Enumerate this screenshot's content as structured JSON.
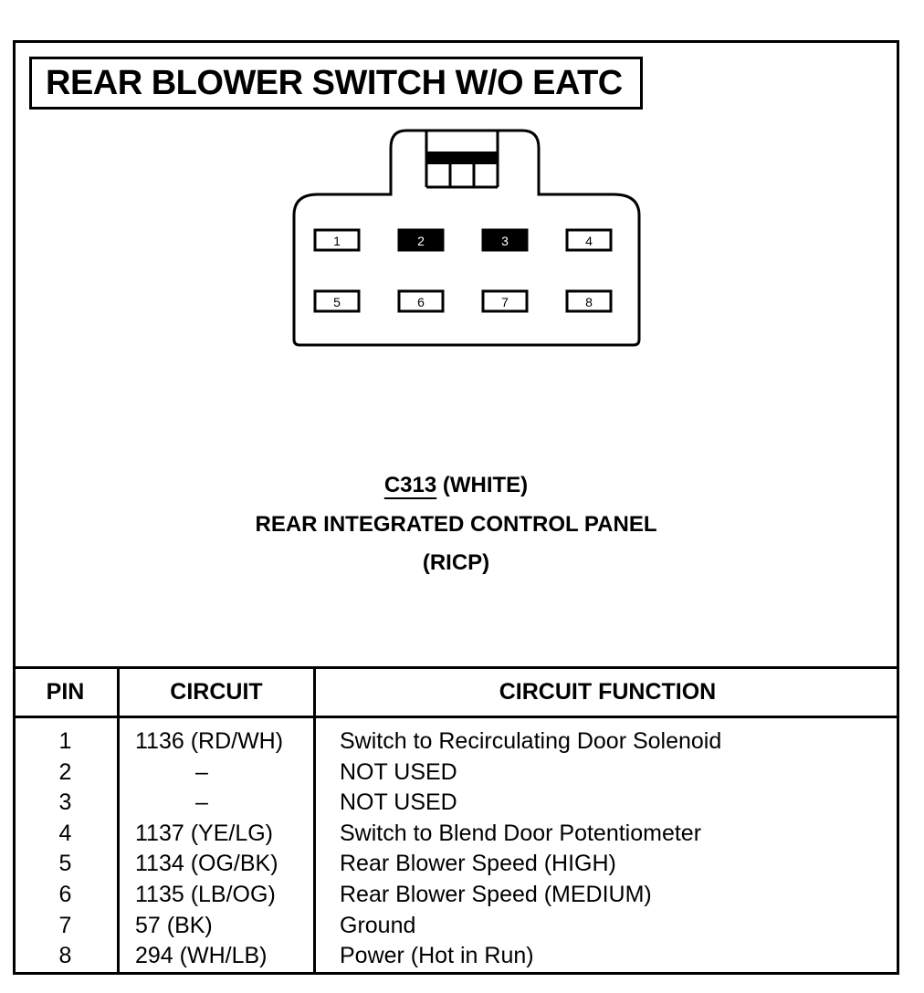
{
  "title": "REAR BLOWER SWITCH W/O EATC",
  "connector": {
    "id": "C313",
    "color_label": "(WHITE)",
    "name": "REAR INTEGRATED CONTROL PANEL",
    "abbrev": "(RICP)",
    "pins_top": [
      "1",
      "2",
      "3",
      "4"
    ],
    "pins_bottom": [
      "5",
      "6",
      "7",
      "8"
    ],
    "filled_pins": [
      "2",
      "3"
    ]
  },
  "table": {
    "headers": [
      "PIN",
      "CIRCUIT",
      "CIRCUIT FUNCTION"
    ],
    "rows": [
      {
        "pin": "1",
        "circuit": "1136 (RD/WH)",
        "function": "Switch to Recirculating Door Solenoid"
      },
      {
        "pin": "2",
        "circuit": "–",
        "function": "NOT USED"
      },
      {
        "pin": "3",
        "circuit": "–",
        "function": "NOT USED"
      },
      {
        "pin": "4",
        "circuit": "1137 (YE/LG)",
        "function": "Switch to Blend  Door Potentiometer"
      },
      {
        "pin": "5",
        "circuit": "1134 (OG/BK)",
        "function": "Rear Blower Speed (HIGH)"
      },
      {
        "pin": "6",
        "circuit": "1135 (LB/OG)",
        "function": "Rear Blower Speed (MEDIUM)"
      },
      {
        "pin": "7",
        "circuit": "57 (BK)",
        "function": "Ground"
      },
      {
        "pin": "8",
        "circuit": "294 (WH/LB)",
        "function": "Power (Hot in Run)"
      }
    ]
  }
}
